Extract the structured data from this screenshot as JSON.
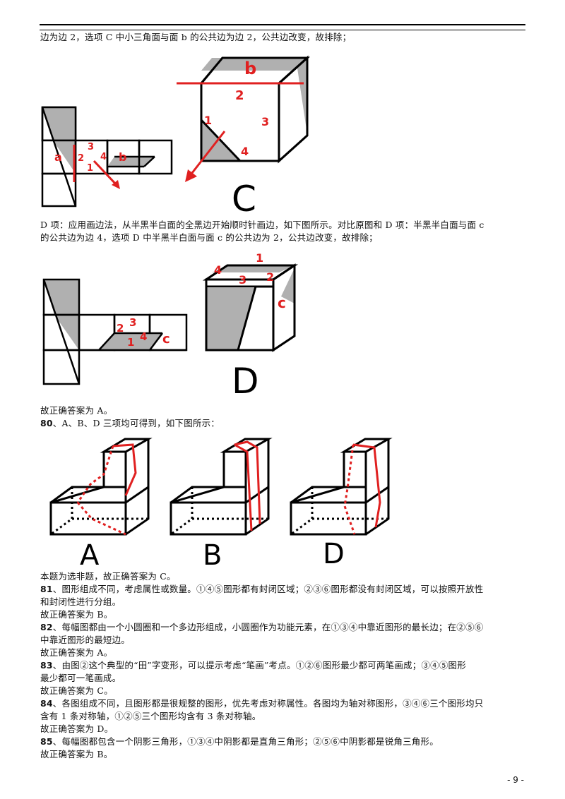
{
  "header_line": "边为边 2，选项 C 中小三角面与面 b 的公共边为边 2，公共边改变，故排除；",
  "figure_c": {
    "caption": "C",
    "net_labels": [
      "a",
      "2",
      "3",
      "4",
      "1",
      "b"
    ],
    "cube_labels": [
      "b",
      "2",
      "1",
      "3",
      "4"
    ]
  },
  "para_d": [
    "D 项：应用画边法，从半黑半白面的全黑边开始顺时针画边，如下图所示。对比原图和 D 项：半黑半白面与面 c",
    "的公共边为边 4，选项 D 中半黑半白面与面 c 的公共边为 2，公共边改变，故排除；"
  ],
  "figure_d": {
    "caption": "D",
    "net_labels": [
      "2",
      "3",
      "1",
      "4",
      "c"
    ],
    "cube_labels": [
      "1",
      "4",
      "3",
      "2",
      "c"
    ]
  },
  "answer_79": "故正确答案为 A。",
  "q80": {
    "num": "80",
    "text": "、A、B、D 三项均可得到，如下图所示："
  },
  "figure_80": {
    "captions": [
      "A",
      "B",
      "D"
    ]
  },
  "lines_80_85": [
    {
      "num": "",
      "text": "本题为选非题，故正确答案为 C。"
    },
    {
      "num": "81",
      "text": "、图形组成不同，考虑属性或数量。①④⑤图形都有封闭区域；②③⑥图形都没有封闭区域，可以按照开放性"
    },
    {
      "num": "",
      "text": "和封闭性进行分组。"
    },
    {
      "num": "",
      "text": "故正确答案为 B。"
    },
    {
      "num": "82",
      "text": "、每幅图都由一个小圆圈和一个多边形组成，小圆圈作为功能元素，在①③④中靠近图形的最长边；在②⑤⑥"
    },
    {
      "num": "",
      "text": "中靠近图形的最短边。"
    },
    {
      "num": "",
      "text": "故正确答案为 A。"
    },
    {
      "num": "83",
      "text": "、由图②这个典型的“田”字变形，可以提示考虑“笔画”考点。①②⑥图形最少都可两笔画成；③④⑤图形"
    },
    {
      "num": "",
      "text": "最少都可一笔画成。"
    },
    {
      "num": "",
      "text": "故正确答案为 C。"
    },
    {
      "num": "84",
      "text": "、各图组成不同，且图形都是很规整的图形，优先考虑对称属性。各图均为轴对称图形，③④⑥三个图形均只"
    },
    {
      "num": "",
      "text": "含有 1 条对称轴，①②⑤三个图形均含有 3 条对称轴。"
    },
    {
      "num": "",
      "text": "故正确答案为 D。"
    },
    {
      "num": "85",
      "text": "、每幅图都包含一个阴影三角形，①③④中阴影都是直角三角形；②⑤⑥中阴影都是锐角三角形。"
    },
    {
      "num": "",
      "text": "故正确答案为 B。"
    }
  ],
  "page_number": "- 9 -"
}
